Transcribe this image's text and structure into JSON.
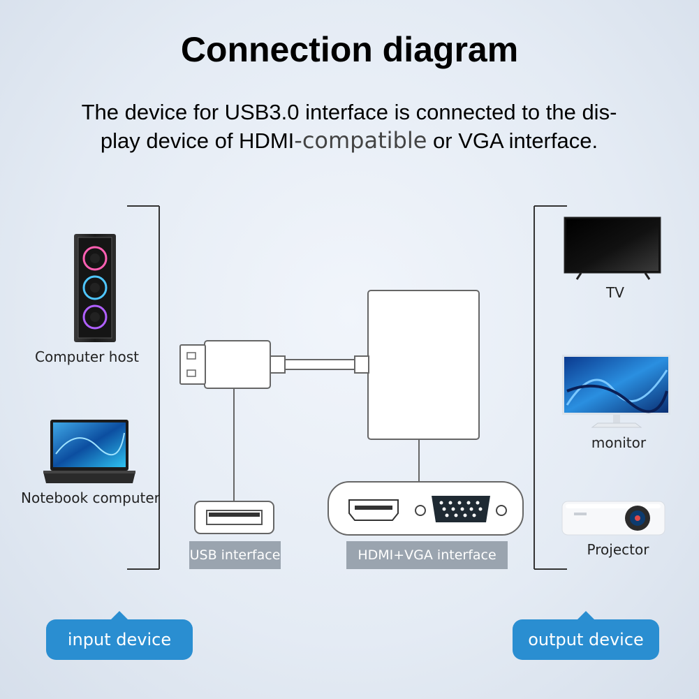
{
  "title": "Connection diagram",
  "subtitle": {
    "line1": "The device for USB3.0 interface is connected to the dis-",
    "line2_a": "play device of HDMI",
    "line2_b": "-compatible",
    "line2_c": " or VGA interface."
  },
  "inputs": {
    "computer_host": "Computer host",
    "notebook": "Notebook computer"
  },
  "outputs": {
    "tv": "TV",
    "monitor": "monitor",
    "projector": "Projector"
  },
  "ports": {
    "usb_tag": "USB interface",
    "hdmi_vga_tag": "HDMI+VGA interface"
  },
  "bubbles": {
    "input": "input device",
    "output": "output device"
  },
  "colors": {
    "accent": "#2a8ed1",
    "tag_bg": "#9aa4af"
  }
}
